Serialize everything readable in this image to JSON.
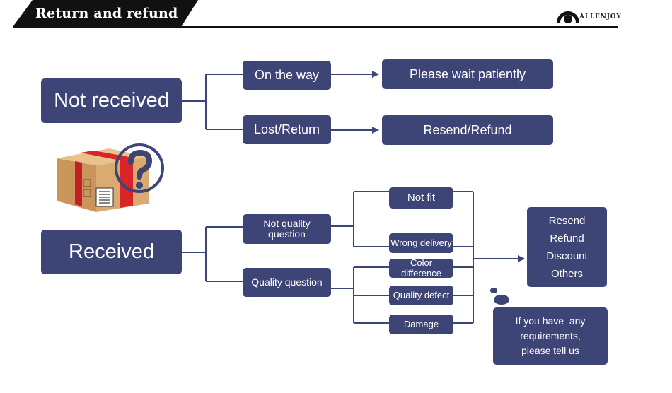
{
  "header": {
    "title": "Return and refund",
    "brand": "ALLENJOY"
  },
  "icons": {
    "logo": "allenjoy-logo-icon",
    "box": "package-question-icon"
  },
  "colors": {
    "node": "#3d4476",
    "lines": "#3d4476",
    "header": "#111111"
  },
  "not_received": {
    "label": "Not received",
    "branches": [
      {
        "label": "On the way",
        "result": "Please wait patiently"
      },
      {
        "label": "Lost/Return",
        "result": "Resend/Refund"
      }
    ]
  },
  "received": {
    "label": "Received",
    "not_quality": {
      "line1": "Not quality",
      "line2": "question"
    },
    "quality": "Quality question",
    "issues": {
      "not_fit": "Not fit",
      "wrong_delivery": "Wrong delivery",
      "color_difference": "Color difference",
      "quality_defect": "Quality defect",
      "damage": "Damage"
    },
    "solutions": [
      "Resend",
      "Refund",
      "Discount",
      "Others"
    ]
  },
  "note": {
    "lines": [
      "If you have  any",
      "requirements,",
      "please tell us"
    ]
  }
}
